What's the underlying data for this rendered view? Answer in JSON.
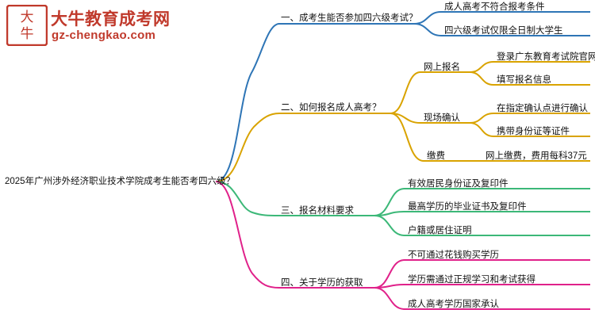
{
  "logo": {
    "mark_text": "大牛",
    "name": "大牛教育成考网",
    "site": "gz-chengkao.com",
    "brand_color": "#c0392b"
  },
  "mindmap": {
    "root": "2025年广州涉外经济职业技术学院成考生能否考四六级？",
    "branches": [
      {
        "label": "一、成考生能否参加四六级考试？",
        "color": "#2e75b6",
        "children": [
          {
            "label": "成人高考不符合报考条件",
            "children": []
          },
          {
            "label": "四六级考试仅限全日制大学生",
            "children": []
          }
        ]
      },
      {
        "label": "二、如何报名成人高考？",
        "color": "#d9a300",
        "children": [
          {
            "label": "网上报名",
            "children": [
              {
                "label": "登录广东教育考试院官网"
              },
              {
                "label": "填写报名信息"
              }
            ]
          },
          {
            "label": "现场确认",
            "children": [
              {
                "label": "在指定确认点进行确认"
              },
              {
                "label": "携带身份证等证件"
              }
            ]
          },
          {
            "label": "缴费",
            "children": [
              {
                "label": "网上缴费，费用每科37元"
              }
            ]
          }
        ]
      },
      {
        "label": "三、报名材料要求",
        "color": "#3cb878",
        "children": [
          {
            "label": "有效居民身份证及复印件",
            "children": []
          },
          {
            "label": "最高学历的毕业证书及复印件",
            "children": []
          },
          {
            "label": "户籍或居住证明",
            "children": []
          }
        ]
      },
      {
        "label": "四、关于学历的获取",
        "color": "#e0218a",
        "children": [
          {
            "label": "不可通过花钱购买学历",
            "children": []
          },
          {
            "label": "学历需通过正规学习和考试获得",
            "children": []
          },
          {
            "label": "成人高考学历国家承认",
            "children": []
          }
        ]
      }
    ]
  }
}
